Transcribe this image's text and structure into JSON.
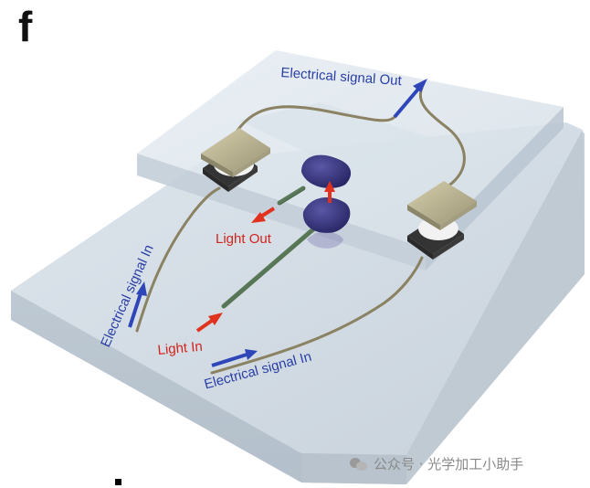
{
  "panel_letter": "f",
  "labels": {
    "electrical_signal_out": "Electrical signal Out",
    "electrical_signal_in_left": "Electrical signal In",
    "electrical_signal_in_bottom": "Electrical signal In",
    "light_out": "Light Out",
    "light_in": "Light In"
  },
  "watermark": {
    "text": "公众号 · 光学加工小助手",
    "icon": "wechat-icon"
  },
  "colors": {
    "signal_label": "#2a3fa6",
    "light_label": "#d2241d",
    "signal_arrow": "#2f46b8",
    "light_arrow": "#e0321f",
    "optical_antenna": "#2c2a6e",
    "contact_pad": "#b9b392"
  }
}
